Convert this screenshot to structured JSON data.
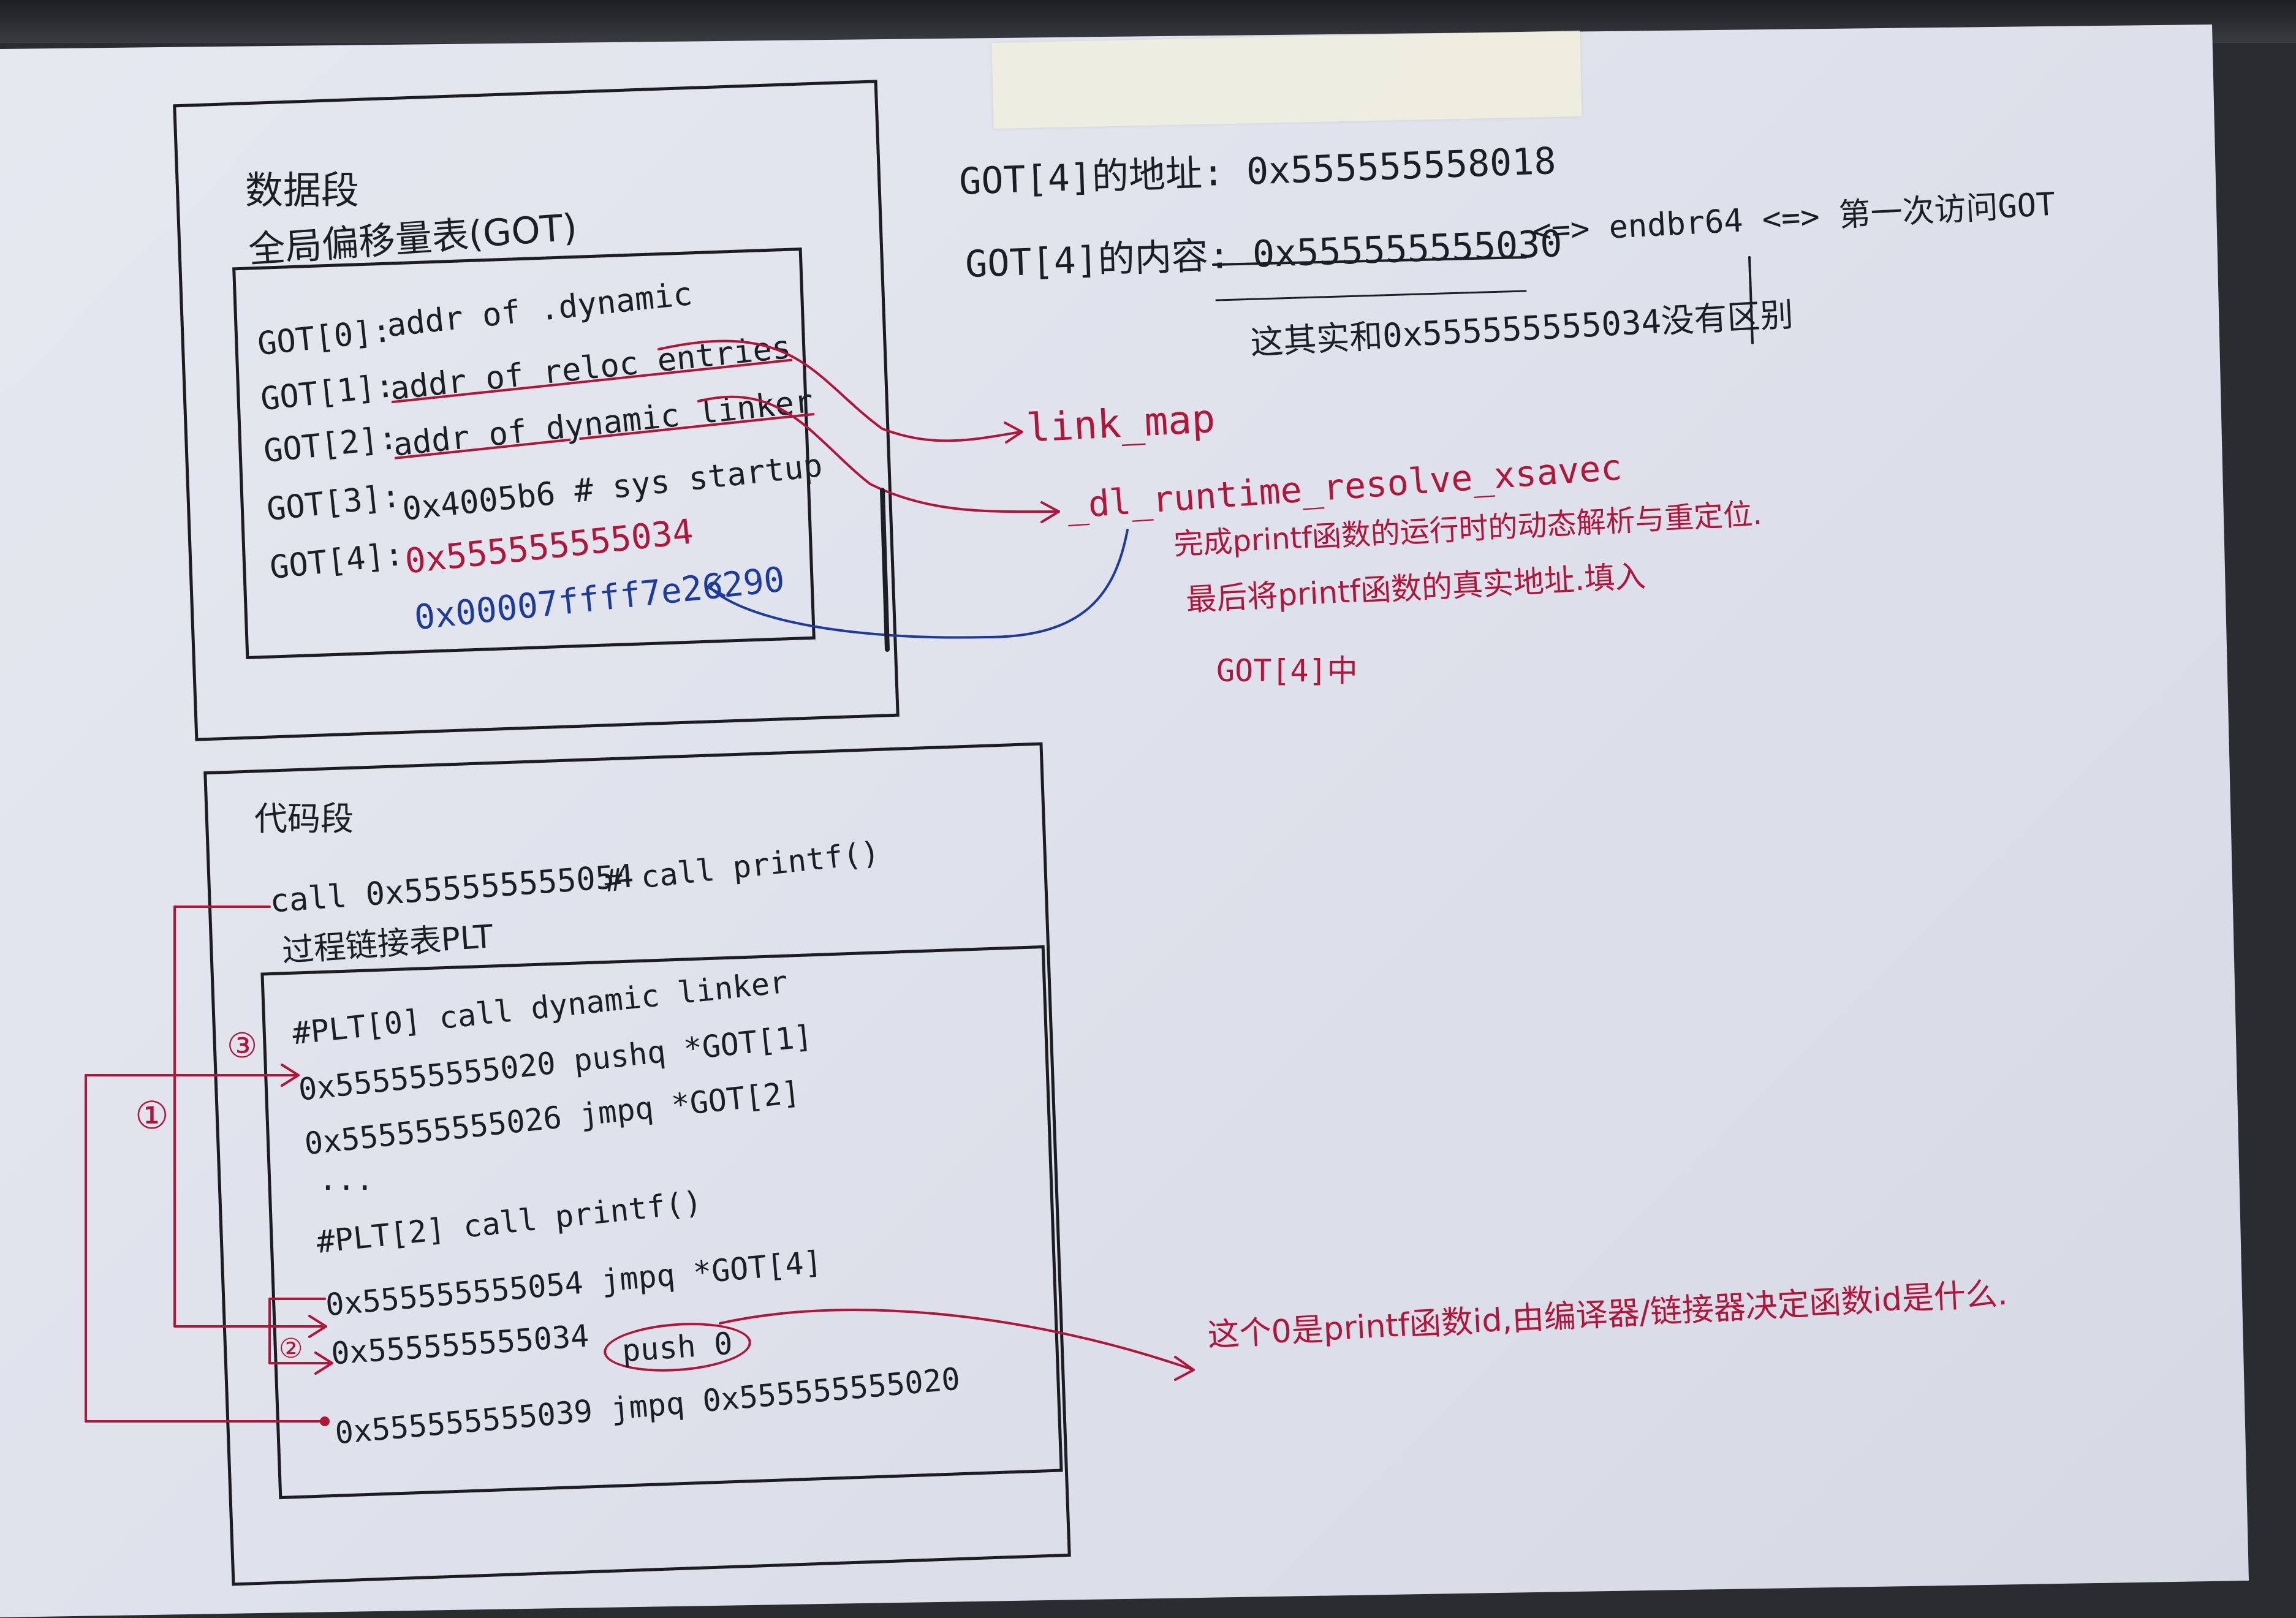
{
  "data_segment": {
    "title": "数据段",
    "got_title": "全局偏移量表(GOT)",
    "rows": [
      {
        "label": "GOT[0]:",
        "value": "addr of .dynamic"
      },
      {
        "label": "GOT[1]:",
        "value": "addr of reloc entries"
      },
      {
        "label": "GOT[2]:",
        "value": "addr of dynamic linker"
      },
      {
        "label": "GOT[3]:",
        "value": "0x4005b6  # sys startup"
      },
      {
        "label": "GOT[4]:",
        "value": "0x555555555034"
      }
    ],
    "got4_new_value": "0x00007ffff7e26290"
  },
  "code_segment": {
    "title": "代码段",
    "call_line": "call  0x555555555054",
    "call_comment": "# call printf()",
    "plt_title": "过程链接表PLT",
    "plt_lines": [
      "#PLT[0] call dynamic linker",
      "0x555555555020  pushq *GOT[1]",
      "0x555555555026  jmpq *GOT[2]",
      "...",
      "#PLT[2]  call printf()",
      "0x555555555054  jmpq *GOT[4]",
      "0x555555555034",
      "0x555555555039  jmpq  0x555555555020"
    ],
    "push_label": "push 0",
    "step_labels": [
      "①",
      "②",
      "③"
    ]
  },
  "right_notes": {
    "got4_addr": "GOT[4]的地址: 0x555555558018",
    "got4_content": "GOT[4]的内容: 0x555555555030",
    "endbr_note": "<=> endbr64 <=> 第一次访问GOT",
    "diff_note": "这其实和0x555555555034没有区别",
    "link_map": "link_map",
    "resolver": "_dl_runtime_resolve_xsavec",
    "resolver_note_1": "完成printf函数的运行时的动态解析与重定位.",
    "resolver_note_2": "最后将printf函数的真实地址.填入",
    "resolver_note_3": "GOT[4]中",
    "push_note": "这个0是printf函数id,由编译器/链接器决定函数id是什么."
  },
  "colors": {
    "ink_black": "#1d1d26",
    "ink_red": "#b2153a",
    "ink_blue": "#1f3b9a",
    "paper": "#e3e5ee"
  }
}
